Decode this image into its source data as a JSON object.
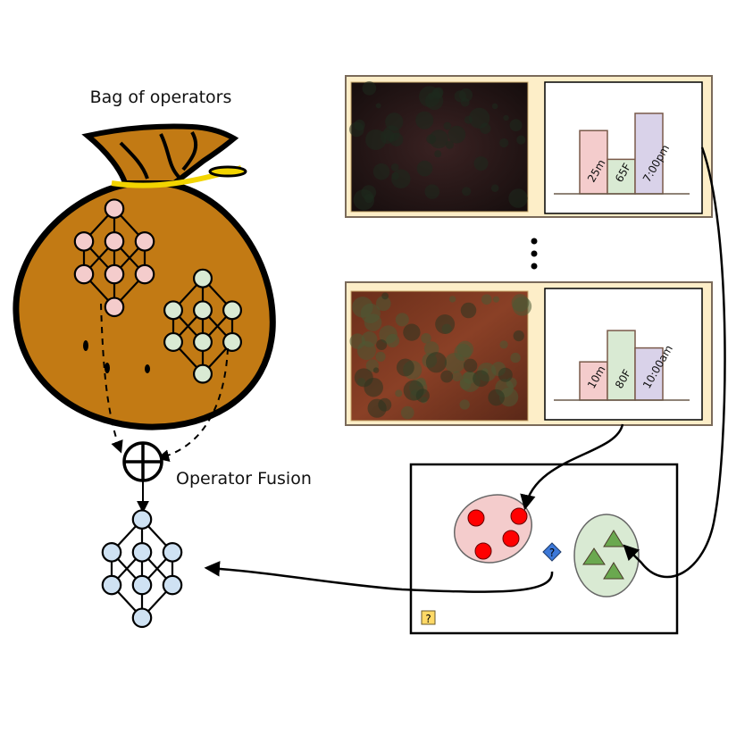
{
  "labels": {
    "bag_title": "Bag of operators",
    "fusion": "Operator Fusion",
    "ellipsis": "⋮"
  },
  "colors": {
    "bag_fill": "#c27a14",
    "bag_tie": "#f2d400",
    "panel_bg": "#fdeec8",
    "pink_node": "#f4cccc",
    "green_node": "#d9ead3",
    "blue_node": "#cfe2f3",
    "bar_pink": "#f4cccc",
    "bar_green": "#d9ead3",
    "bar_purple": "#d9d2e9",
    "red_dot": "#ff0000",
    "triangle": "#6aa84f",
    "query_diamond": "#3c78d8",
    "query_square": "#ffd966"
  },
  "panels": [
    {
      "image": "aerial-desert-night",
      "bars": [
        {
          "label": "25m",
          "value": 0.55,
          "color": "pink"
        },
        {
          "label": "65F",
          "value": 0.3,
          "color": "green"
        },
        {
          "label": "7:00pm",
          "value": 0.7,
          "color": "purple"
        }
      ]
    },
    {
      "image": "aerial-desert-day",
      "bars": [
        {
          "label": "10m",
          "value": 0.33,
          "color": "pink"
        },
        {
          "label": "80F",
          "value": 0.6,
          "color": "green"
        },
        {
          "label": "10:00am",
          "value": 0.45,
          "color": "purple"
        }
      ]
    }
  ],
  "cluster_box": {
    "red_cluster_count": 4,
    "green_cluster_count": 3,
    "query_diamond_label": "?",
    "query_square_label": "?"
  }
}
